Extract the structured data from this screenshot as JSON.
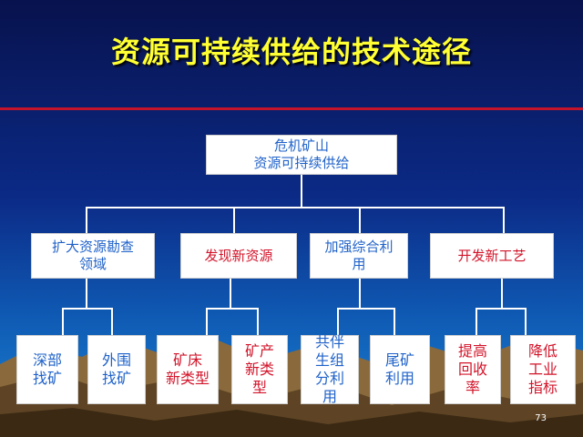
{
  "title": "资源可持续供给的技术途径",
  "root": "危机矿山\n资源可持续供给",
  "branches": [
    {
      "label": "扩大资源勘查\n领域",
      "children": [
        "深部\n找矿",
        "外围\n找矿"
      ]
    },
    {
      "label": "发现新资源",
      "children": [
        "矿床\n新类型",
        "矿产\n新类\n型"
      ]
    },
    {
      "label": "加强综合利\n用",
      "children": [
        "共伴\n生组\n分利\n用",
        "尾矿\n利用"
      ]
    },
    {
      "label": "开发新工艺",
      "children": [
        "提高\n回收\n率",
        "降低\n工业\n指标"
      ]
    }
  ],
  "page_number": "73",
  "colors": {
    "title": "#ffff33",
    "divider": "#c4142b",
    "blue_text": "#1f62c9",
    "red_text": "#d2142a"
  }
}
